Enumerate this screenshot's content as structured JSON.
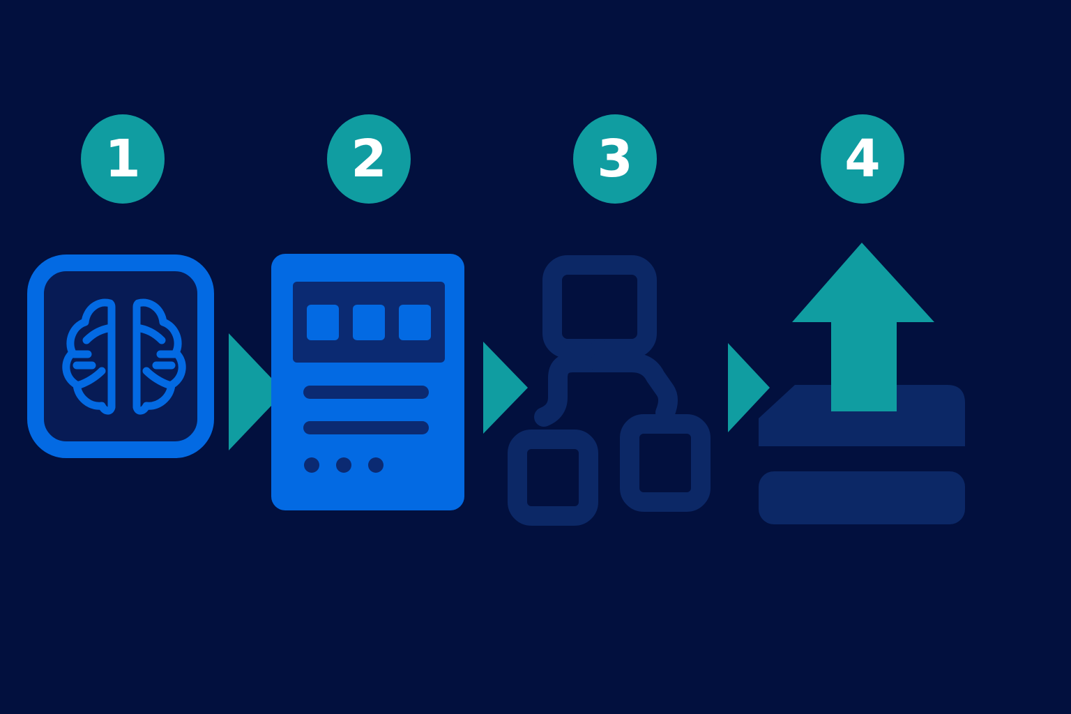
{
  "colors": {
    "background": "#02103e",
    "badge": "#109da1",
    "badge_text": "#ffffff",
    "blue": "#036ae3",
    "navy": "#0c2866",
    "teal": "#109da1"
  },
  "steps": [
    {
      "number": "1",
      "icon": "brain-icon"
    },
    {
      "number": "2",
      "icon": "document-form-icon"
    },
    {
      "number": "3",
      "icon": "hierarchy-icon"
    },
    {
      "number": "4",
      "icon": "upload-icon"
    }
  ],
  "connector_icon": "triangle-arrow-icon"
}
